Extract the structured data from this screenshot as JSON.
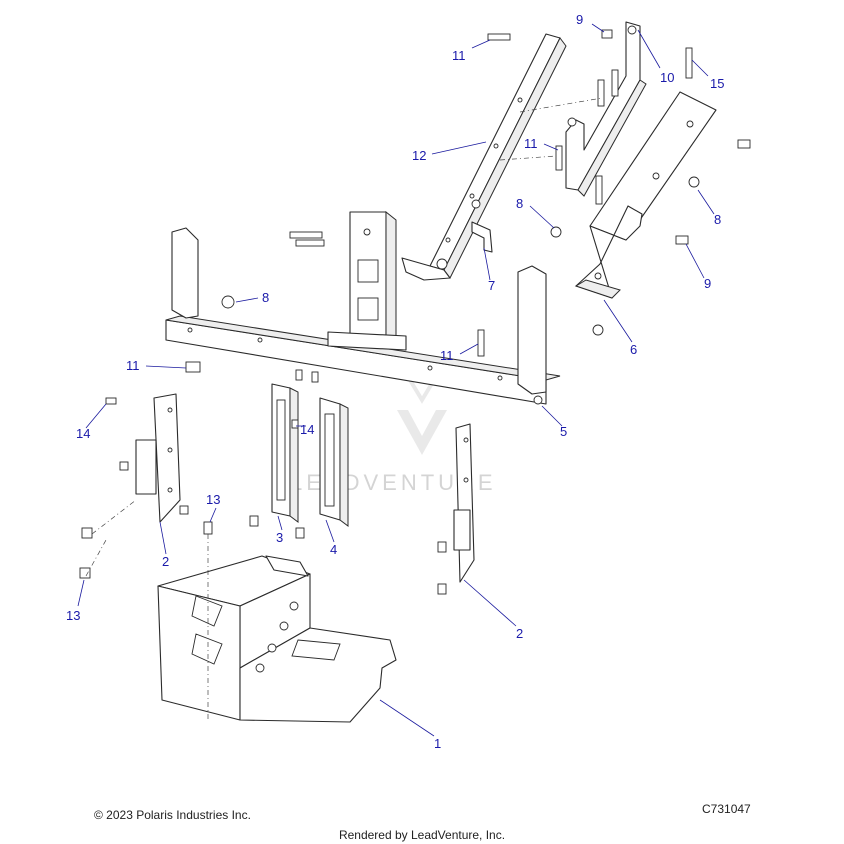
{
  "callouts": [
    {
      "label": "9"
    },
    {
      "label": "11"
    },
    {
      "label": "10"
    },
    {
      "label": "15"
    },
    {
      "label": "12"
    },
    {
      "label": "11"
    },
    {
      "label": "8"
    },
    {
      "label": "8"
    },
    {
      "label": "7"
    },
    {
      "label": "9"
    },
    {
      "label": "8"
    },
    {
      "label": "11"
    },
    {
      "label": "6"
    },
    {
      "label": "11"
    },
    {
      "label": "14"
    },
    {
      "label": "14"
    },
    {
      "label": "5"
    },
    {
      "label": "13"
    },
    {
      "label": "3"
    },
    {
      "label": "4"
    },
    {
      "label": "2"
    },
    {
      "label": "13"
    },
    {
      "label": "2"
    },
    {
      "label": "1"
    }
  ],
  "watermark": {
    "text": "LEADVENTURE"
  },
  "footer": {
    "copyright": "© 2023 Polaris Industries Inc.",
    "diagram_code": "C731047",
    "rendered_by": "Rendered by LeadVenture, Inc."
  }
}
